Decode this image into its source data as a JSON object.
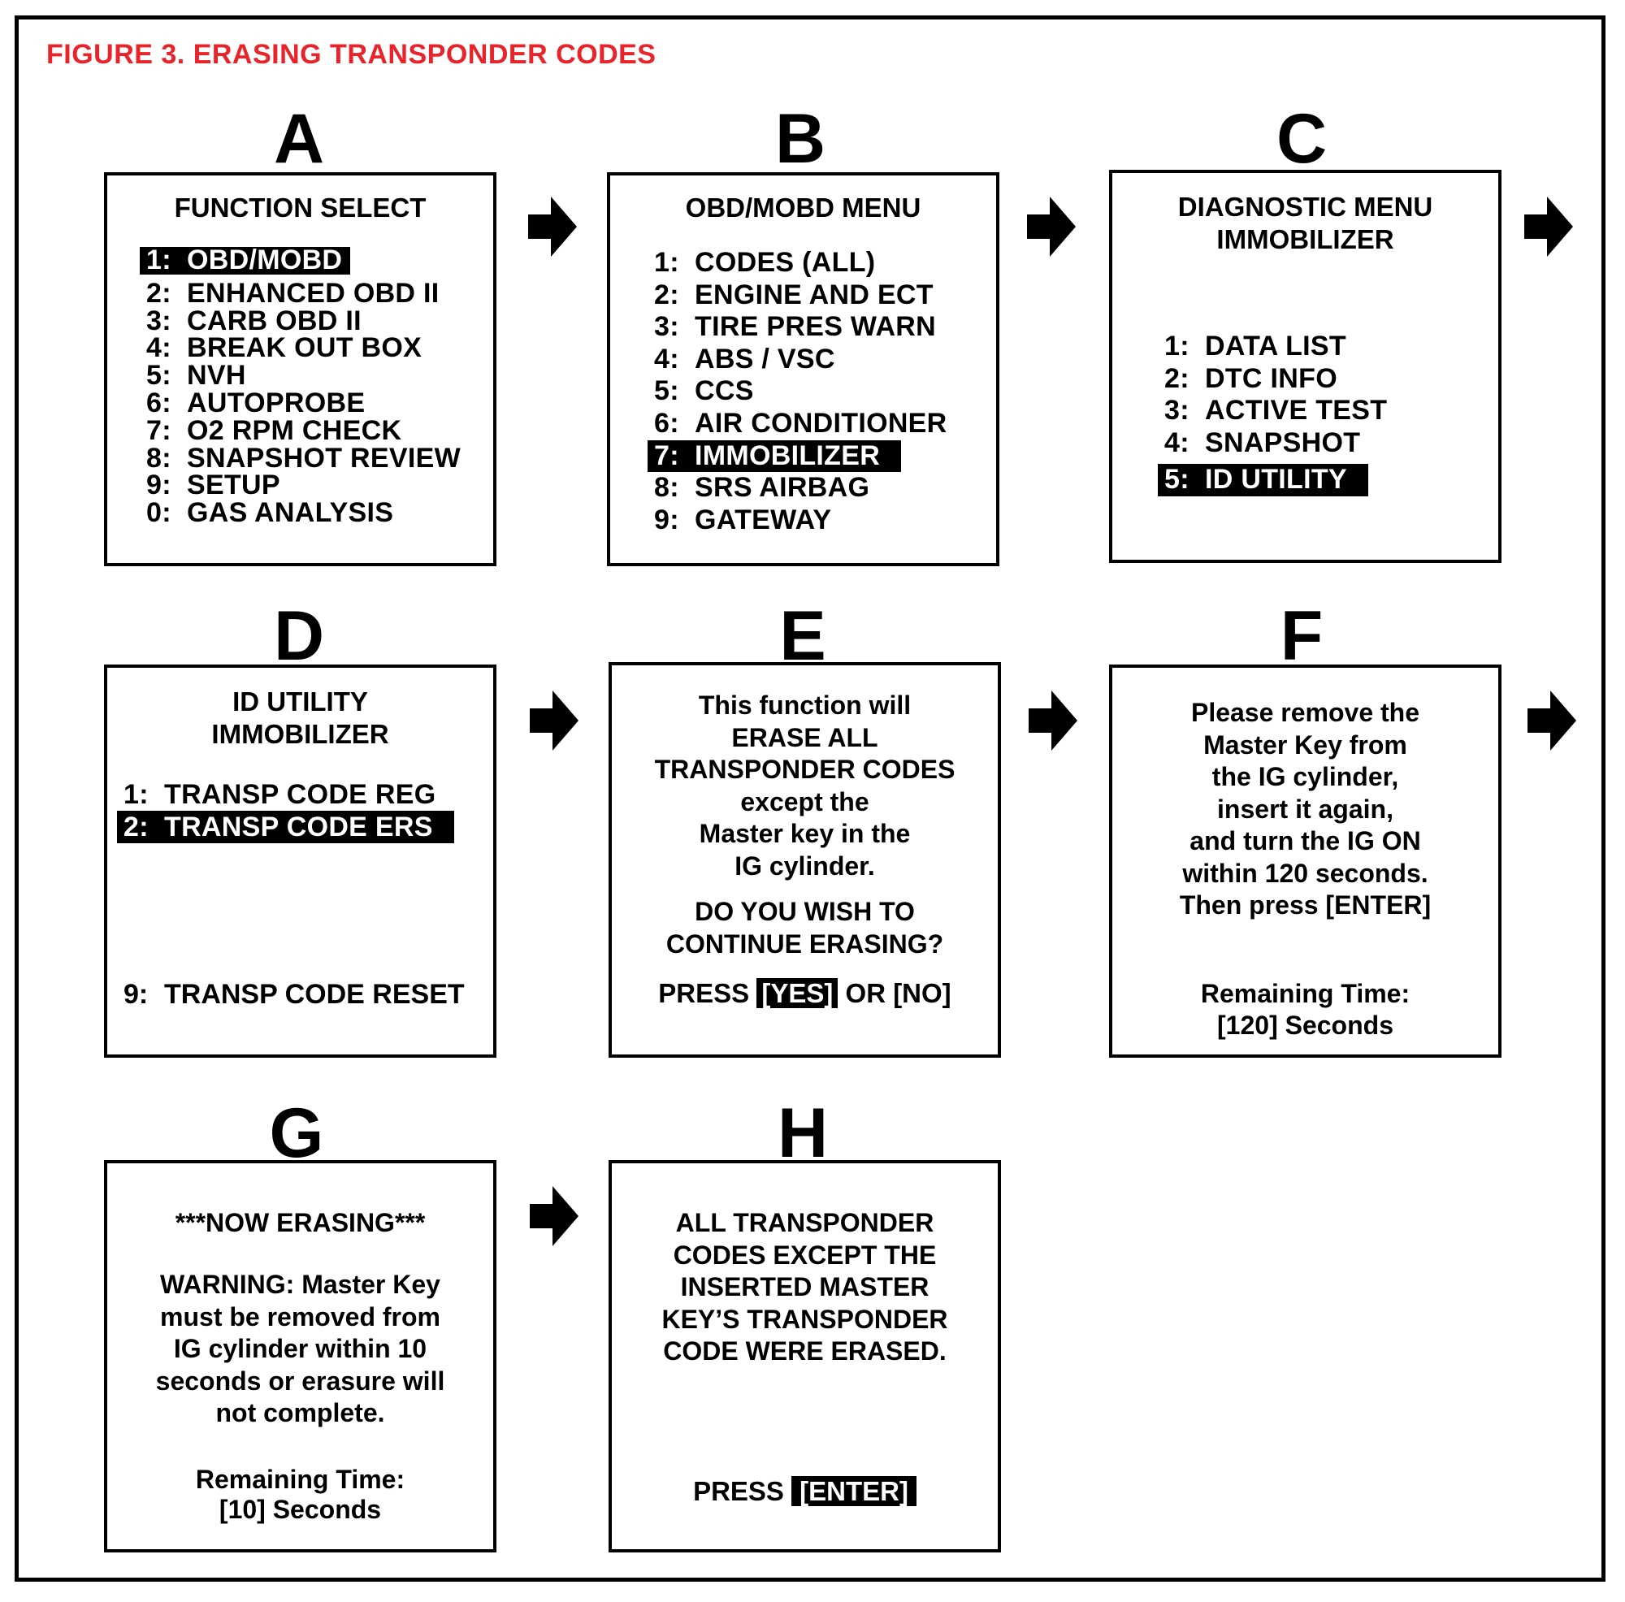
{
  "figure_title": "FIGURE 3.  ERASING TRANSPONDER CODES",
  "colors": {
    "title": "#e8232a",
    "highlight_bg": "#000000",
    "highlight_text": "#ffffff"
  },
  "arrow_icon": "right-arrow-icon",
  "panels": {
    "A": {
      "letter": "A",
      "header": "FUNCTION SELECT",
      "items": [
        {
          "num": "1:",
          "label": "OBD/MOBD",
          "selected": true
        },
        {
          "num": "2:",
          "label": "ENHANCED OBD II"
        },
        {
          "num": "3:",
          "label": "CARB OBD II"
        },
        {
          "num": "4:",
          "label": "BREAK OUT BOX"
        },
        {
          "num": "5:",
          "label": "NVH"
        },
        {
          "num": "6:",
          "label": "AUTOPROBE"
        },
        {
          "num": "7:",
          "label": "O2 RPM CHECK"
        },
        {
          "num": "8:",
          "label": "SNAPSHOT REVIEW"
        },
        {
          "num": "9:",
          "label": "SETUP"
        },
        {
          "num": "0:",
          "label": "GAS ANALYSIS"
        }
      ]
    },
    "B": {
      "letter": "B",
      "header": "OBD/MOBD MENU",
      "items": [
        {
          "num": "1:",
          "label": "CODES (ALL)"
        },
        {
          "num": "2:",
          "label": "ENGINE AND ECT"
        },
        {
          "num": "3:",
          "label": "TIRE PRES WARN"
        },
        {
          "num": "4:",
          "label": "ABS / VSC"
        },
        {
          "num": "5:",
          "label": "CCS"
        },
        {
          "num": "6:",
          "label": "AIR CONDITIONER"
        },
        {
          "num": "7:",
          "label": "IMMOBILIZER",
          "selected": true
        },
        {
          "num": "8:",
          "label": "SRS AIRBAG"
        },
        {
          "num": "9:",
          "label": "GATEWAY"
        }
      ]
    },
    "C": {
      "letter": "C",
      "header": "DIAGNOSTIC MENU\nIMMOBILIZER",
      "items": [
        {
          "num": "1:",
          "label": "DATA LIST"
        },
        {
          "num": "2:",
          "label": "DTC INFO"
        },
        {
          "num": "3:",
          "label": "ACTIVE TEST"
        },
        {
          "num": "4:",
          "label": "SNAPSHOT"
        },
        {
          "num": "5:",
          "label": "ID UTILITY",
          "selected": true
        }
      ]
    },
    "D": {
      "letter": "D",
      "header": "ID UTILITY\nIMMOBILIZER",
      "items": [
        {
          "num": "1:",
          "label": "TRANSP CODE REG"
        },
        {
          "num": "2:",
          "label": "TRANSP CODE ERS",
          "selected": true
        }
      ],
      "extra_item": {
        "num": "9:",
        "label": "TRANSP CODE RESET"
      }
    },
    "E": {
      "letter": "E",
      "message": "This function will\nERASE ALL\nTRANSPONDER CODES\nexcept the\nMaster key in the\nIG cylinder.",
      "question": "DO YOU WISH TO\nCONTINUE ERASING?",
      "prompt_prefix": "PRESS ",
      "prompt_yes": "[YES]",
      "prompt_suffix": " OR [NO]"
    },
    "F": {
      "letter": "F",
      "message": "Please remove the\nMaster Key from\nthe IG cylinder,\ninsert it again,\nand turn the IG ON\nwithin 120 seconds.\nThen press [ENTER]",
      "remaining_label": "Remaining Time:",
      "remaining_value": "[120] Seconds"
    },
    "G": {
      "letter": "G",
      "status": "***NOW ERASING***",
      "warning": "WARNING: Master Key\nmust be removed from\nIG cylinder within 10\nseconds or erasure will\nnot complete.",
      "remaining_label": "Remaining Time:",
      "remaining_value": "[10] Seconds"
    },
    "H": {
      "letter": "H",
      "message": "ALL TRANSPONDER\nCODES EXCEPT THE\nINSERTED MASTER\nKEY’S TRANSPONDER\nCODE WERE ERASED.",
      "prompt_prefix": "PRESS ",
      "prompt_enter": "[ENTER]"
    }
  }
}
